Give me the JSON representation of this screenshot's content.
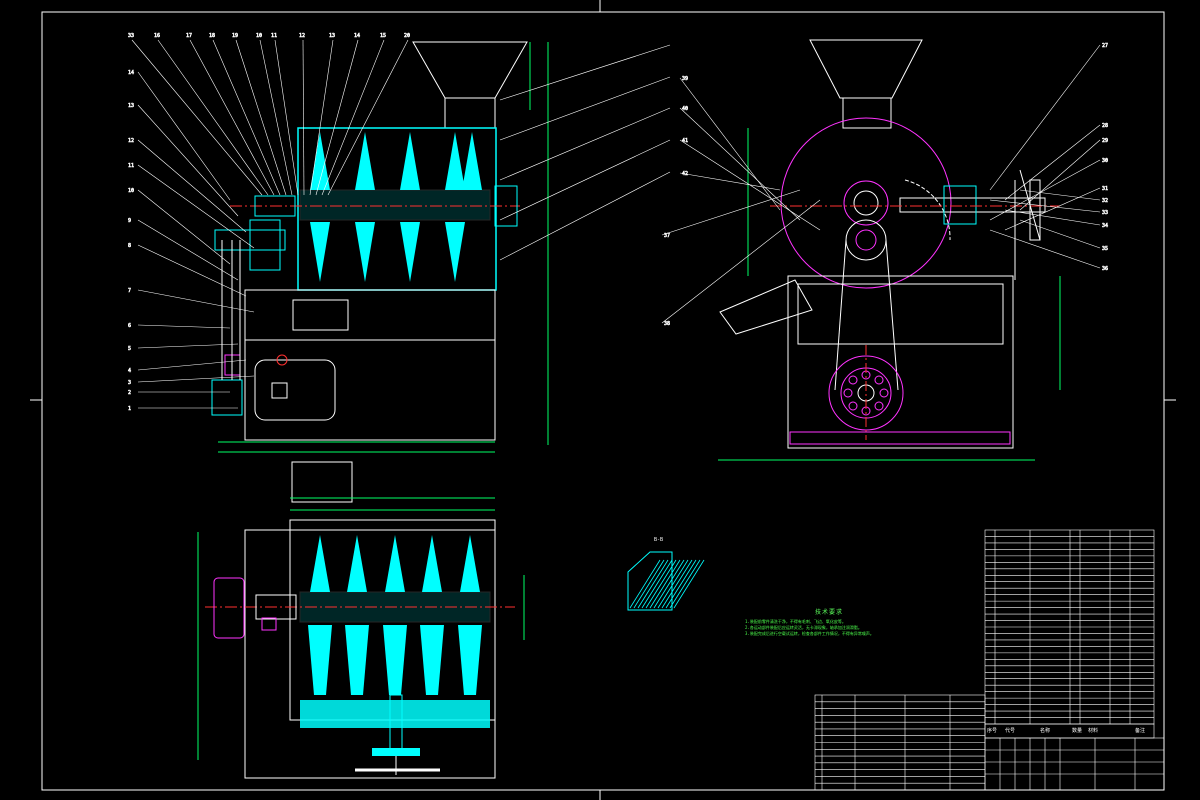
{
  "drawing": {
    "frame_color": "#ffffff",
    "outline_color": "#ffffff",
    "rotor_color": "#00ffff",
    "dimension_color": "#00ff66",
    "centerline_color": "#ff3030",
    "pulley_color": "#ff33ff",
    "hatch_color": "#00ffff"
  },
  "leader_labels_front": [
    "33",
    "16",
    "17",
    "18",
    "19",
    "10",
    "11",
    "12",
    "13",
    "14",
    "15",
    "20"
  ],
  "leader_labels_left": [
    "14",
    "13",
    "12",
    "11",
    "10",
    "9",
    "8",
    "7",
    "6",
    "5",
    "4",
    "3",
    "2",
    "1"
  ],
  "leader_labels_side_right": [
    "27",
    "28",
    "29",
    "30",
    "31",
    "32",
    "33",
    "34",
    "35",
    "36",
    "37",
    "38",
    "39",
    "40",
    "41",
    "42"
  ],
  "section_label": "B-B",
  "tech_requirements": {
    "title": "技术要求",
    "lines": [
      "1.装配前零件清洗干净，不得有毛刺、飞边、氧化皮等。",
      "2.各运动部件装配后应运转灵活，无卡滞现象，轴承加注润滑脂。",
      "3.装配完成后进行空载试运转，检查各部件工作情况，不得有异常噪声。"
    ]
  },
  "parts_table": {
    "header": [
      "序号",
      "代号",
      "名称",
      "数量",
      "材料",
      "备注"
    ],
    "row_count": 30
  },
  "title_block": {
    "row_count": 14
  }
}
